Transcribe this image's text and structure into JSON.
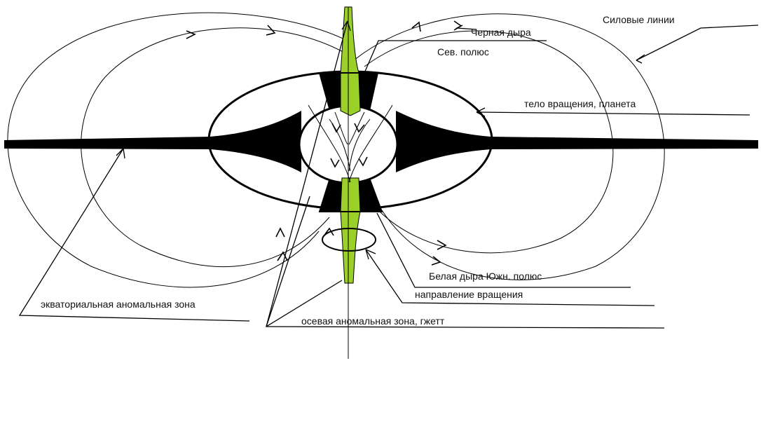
{
  "labels": {
    "field_lines": "Силовые линии",
    "black_hole": "Черная дыра",
    "north_pole": "Сев. полюс",
    "body_planet": "тело вращения, планета",
    "white_hole_south_pole": "Белая дыра  Южн. полюс",
    "rotation_direction": "направление вращения",
    "equatorial_zone": "экваториальная аномальная зона",
    "axial_zone": "осевая аномальная зона,  гжетт"
  },
  "colors": {
    "axis_fill": "#9bd02a",
    "ink": "#000000",
    "background": "#ffffff"
  }
}
